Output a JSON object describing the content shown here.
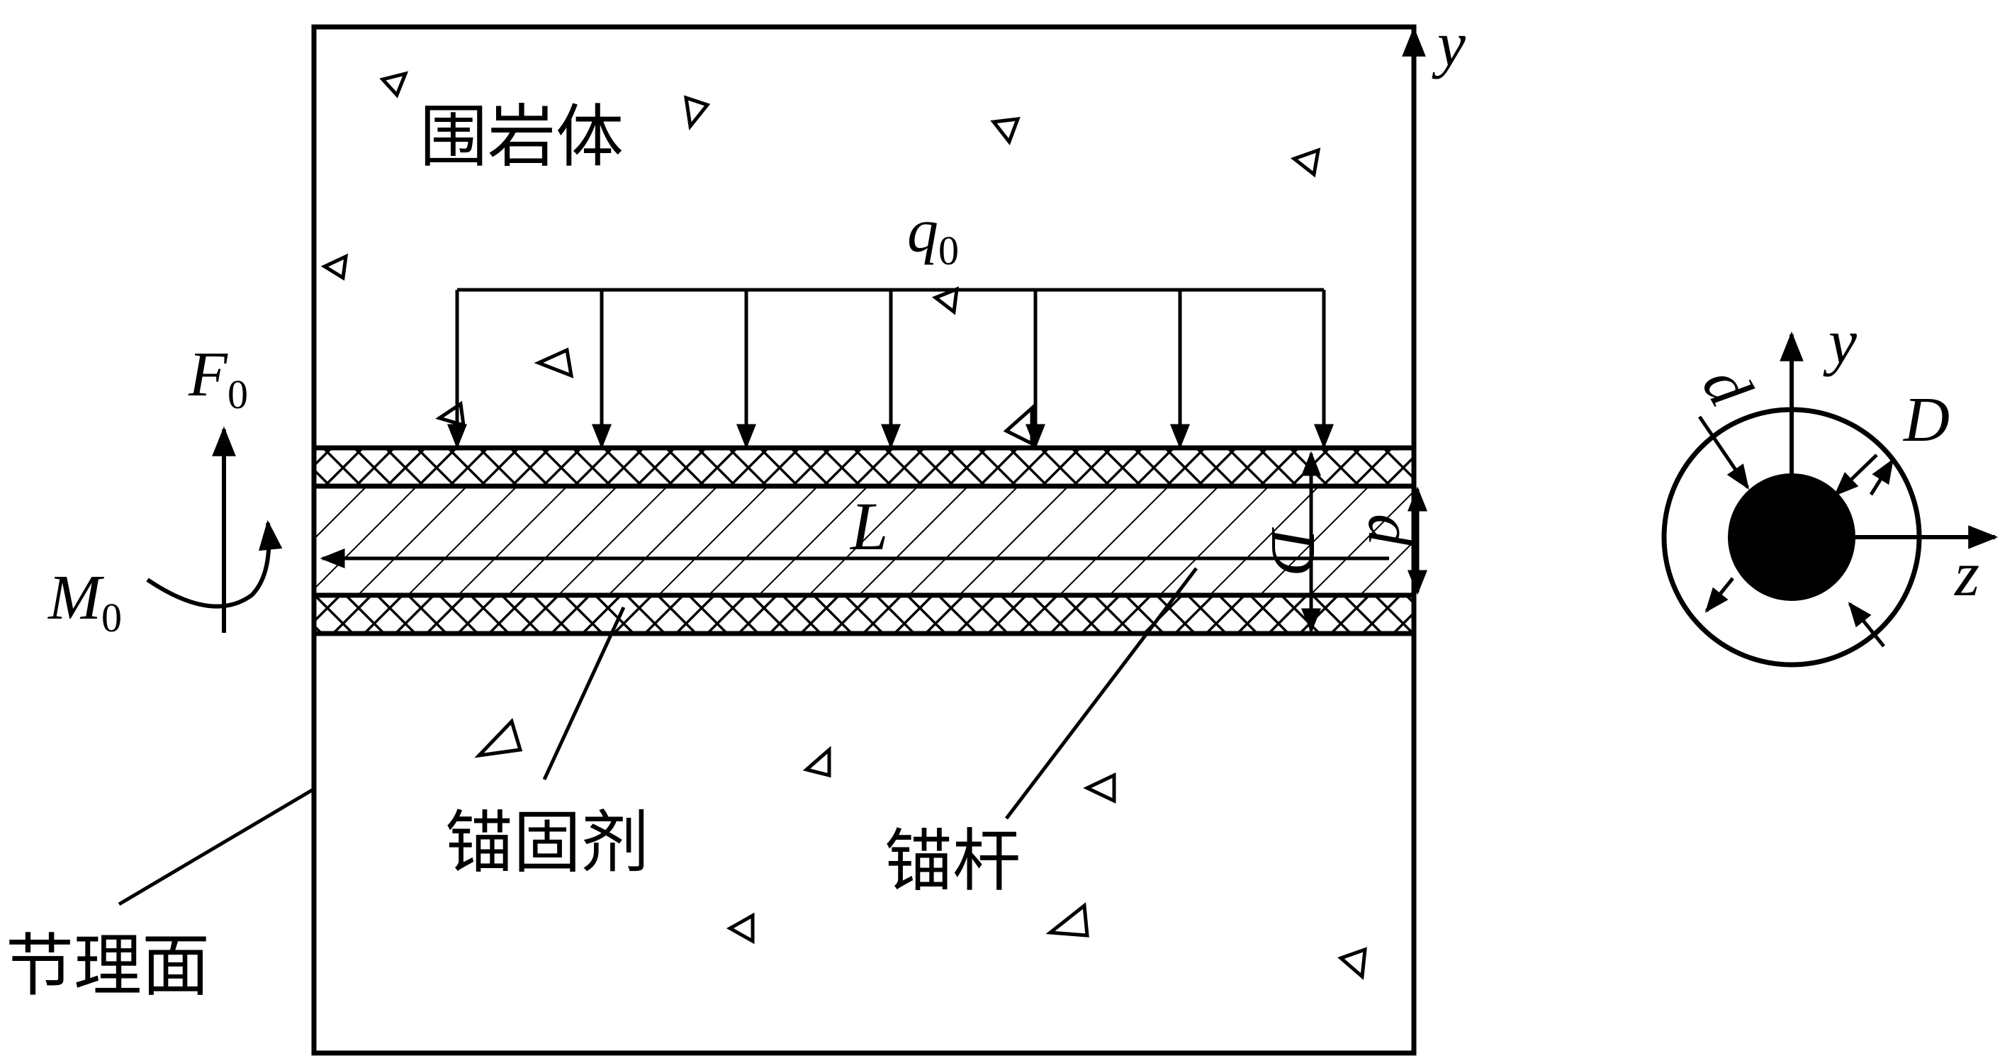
{
  "labels": {
    "rock_mass": "围岩体",
    "anchoring_agent": "锚固剂",
    "anchor_rod": "锚杆",
    "joint_plane": "节理面",
    "load_q": "q",
    "load_q_sub": "0",
    "force_F": "F",
    "force_F_sub": "0",
    "moment_M": "M",
    "moment_M_sub": "0",
    "length": "L",
    "outer_dia": "D",
    "inner_dia": "d",
    "axis_y": "y",
    "axis_z": "z",
    "cs_axis_y": "y",
    "cs_outer_dia": "D",
    "cs_inner_dia": "d"
  },
  "colors": {
    "ink": "#000000",
    "background": "#ffffff"
  },
  "distributed_load": {
    "arrow_count": 7
  }
}
